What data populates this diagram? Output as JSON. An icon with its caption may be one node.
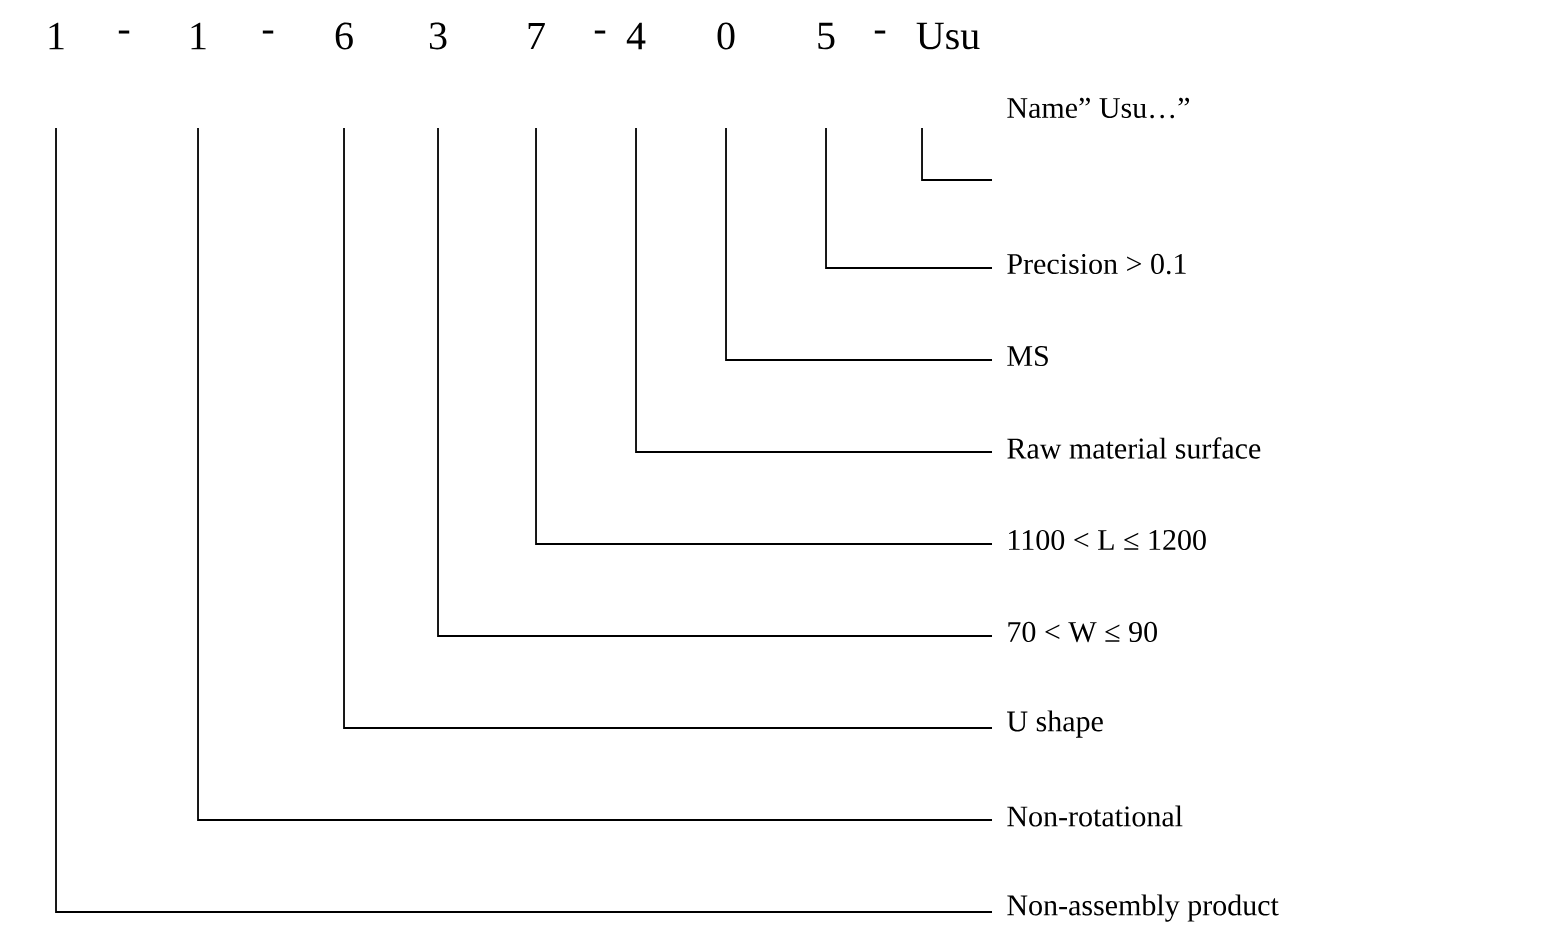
{
  "diagram": {
    "nodes": [
      {
        "text": [
          "1"
        ]
      },
      {
        "text": [
          "1"
        ]
      },
      {
        "text": [
          "6"
        ]
      },
      {
        "text": [
          "3"
        ]
      },
      {
        "text": [
          "7"
        ]
      },
      {
        "text": [
          "4"
        ]
      },
      {
        "text": [
          "0"
        ]
      },
      {
        "text": [
          "5"
        ]
      },
      {
        "text": [
          "Usu"
        ]
      },
      {
        "text": [
          "Name” Usu…”"
        ]
      },
      {
        "text": [
          "Precision > 0.1"
        ]
      },
      {
        "text": [
          "MS"
        ]
      },
      {
        "text": [
          "Raw material surface"
        ]
      },
      {
        "text": [
          "1100 < L ≤ 1200"
        ]
      },
      {
        "text": [
          "70 < W ≤ 90"
        ]
      },
      {
        "text": [
          "U shape"
        ]
      },
      {
        "text": [
          "Non-rotational"
        ]
      },
      {
        "text": [
          "Non-assembly product"
        ]
      }
    ],
    "edges": [
      {
        "from": 8,
        "to": 9,
        "arrow": "none"
      },
      {
        "from": 7,
        "to": 10,
        "arrow": "none"
      },
      {
        "from": 6,
        "to": 11,
        "arrow": "none"
      },
      {
        "from": 5,
        "to": 12,
        "arrow": "none"
      },
      {
        "from": 4,
        "to": 13,
        "arrow": "none"
      },
      {
        "from": 3,
        "to": 14,
        "arrow": "none"
      },
      {
        "from": 2,
        "to": 15,
        "arrow": "none"
      },
      {
        "from": 1,
        "to": 16,
        "arrow": "none"
      },
      {
        "from": 0,
        "to": 17,
        "arrow": "none"
      }
    ],
    "labels": [
      "-",
      "-",
      "-",
      "-"
    ]
  }
}
